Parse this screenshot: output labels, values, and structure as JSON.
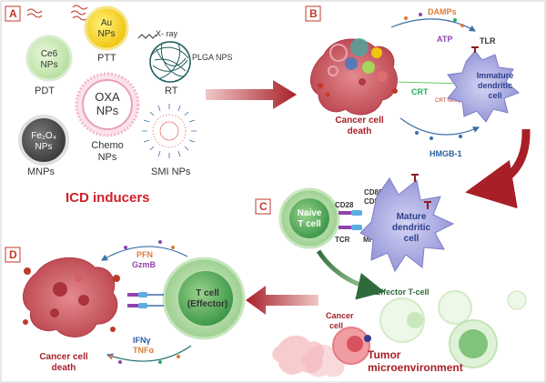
{
  "panels": {
    "a": "A",
    "b": "B",
    "c": "C",
    "d": "D"
  },
  "inducers": {
    "ce6_line1": "Ce6",
    "ce6_line2": "NPs",
    "pdt": "PDT",
    "au_line1": "Au",
    "au_line2": "NPs",
    "ptt": "PTT",
    "xray": "X- ray",
    "plga": "PLGA NPS",
    "rt": "RT",
    "oxa_line1": "OXA",
    "oxa_line2": "NPs",
    "chemo_line1": "Chemo",
    "chemo_line2": "NPs",
    "fe_line1": "Fe₂O₄",
    "fe_line2": "NPs",
    "mnps": "MNPs",
    "smi": "SMI NPs",
    "title": "ICD inducers"
  },
  "panel_b": {
    "damps": "DAMPs",
    "atp": "ATP",
    "tlr": "TLR",
    "crt": "CRT",
    "crt_receptor": "CRT receptor",
    "immature_line1": "Immature",
    "immature_line2": "dendritic",
    "immature_line3": "cell",
    "cancer_death_line1": "Cancer cell",
    "cancer_death_line2": "death",
    "hmgb1": "HMGB-1"
  },
  "panel_c": {
    "naive_line1": "Naive",
    "naive_line2": "T cell",
    "cd28": "CD28",
    "cd80": "CD80/",
    "cd86": "CD86",
    "tcr": "TCR",
    "mhc": "MHC II",
    "mature_line1": "Mature",
    "mature_line2": "dendritic",
    "mature_line3": "cell",
    "effector": "Effector T-cell",
    "cancer_line1": "Cancer",
    "cancer_line2": "cell",
    "tumor_line1": "Tumor",
    "tumor_line2": "microenvironment"
  },
  "panel_d": {
    "pfn": "PFN",
    "gzmb": "GzmB",
    "tcell_line1": "T cell",
    "tcell_line2": "(Effector)",
    "ifn": "IFNγ",
    "tnf": "TNFα",
    "death_line1": "Cancer cell",
    "death_line2": "death"
  },
  "colors": {
    "accent_red": "#b0232a",
    "title_red": "#d0202a",
    "panel_bg": "#ffffff",
    "cell_purple": "#8f8fd6",
    "cancer_red": "#c9535b",
    "tcell_green": "#7cbf73"
  }
}
